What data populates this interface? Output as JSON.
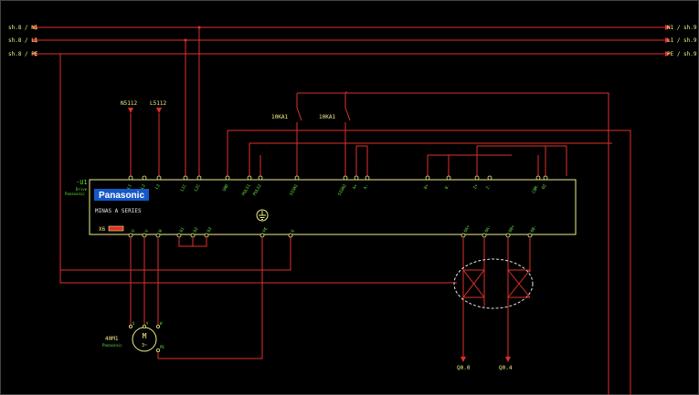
{
  "colors": {
    "background": "#000000",
    "wire": "#e0302a",
    "terminal": "#f0ef8a",
    "label": "#5fe23c",
    "logo_bg": "#1458c8",
    "logo_text": "#ffffff"
  },
  "rails": {
    "n1": {
      "left": "sh.8 / N1",
      "right": "N1 / sh.9"
    },
    "l1": {
      "left": "sh.8 / L1",
      "right": "L1 / sh.9"
    },
    "pe": {
      "left": "sh.8 / PE",
      "right": "PE / sh.9"
    }
  },
  "top_feeds": {
    "left": "N5112",
    "right": "L5112"
  },
  "contacts": {
    "left": "10KA1",
    "right": "10KA1"
  },
  "drive": {
    "tag": "-U1",
    "tag_sub1": "Drive",
    "tag_sub2": "Panasonic",
    "logo": "Panasonic",
    "series": "MINAS A SERIES",
    "x6_label": "X6"
  },
  "top_terminals": [
    "L1",
    "L2",
    "L3",
    "L1C",
    "L2C",
    "GND",
    "PULS1",
    "PULS2",
    "SIGN1",
    "SIGN2",
    "A+",
    "A-",
    "B+",
    "B-",
    "Z+",
    "Z-",
    "COM-",
    "OZ"
  ],
  "bottom_terminals": [
    "U",
    "V",
    "W",
    "B1",
    "B2",
    "B3",
    "PE",
    "E",
    "OA+",
    "OA-",
    "OB+",
    "OB-"
  ],
  "motor": {
    "tag": "40M1",
    "sub": "Panasonic",
    "symbol_m": "M",
    "symbol_3": "3~",
    "terminals": [
      "U",
      "V",
      "W",
      "PE"
    ]
  },
  "outputs": {
    "left": "Q0.0",
    "right": "Q0.4"
  }
}
